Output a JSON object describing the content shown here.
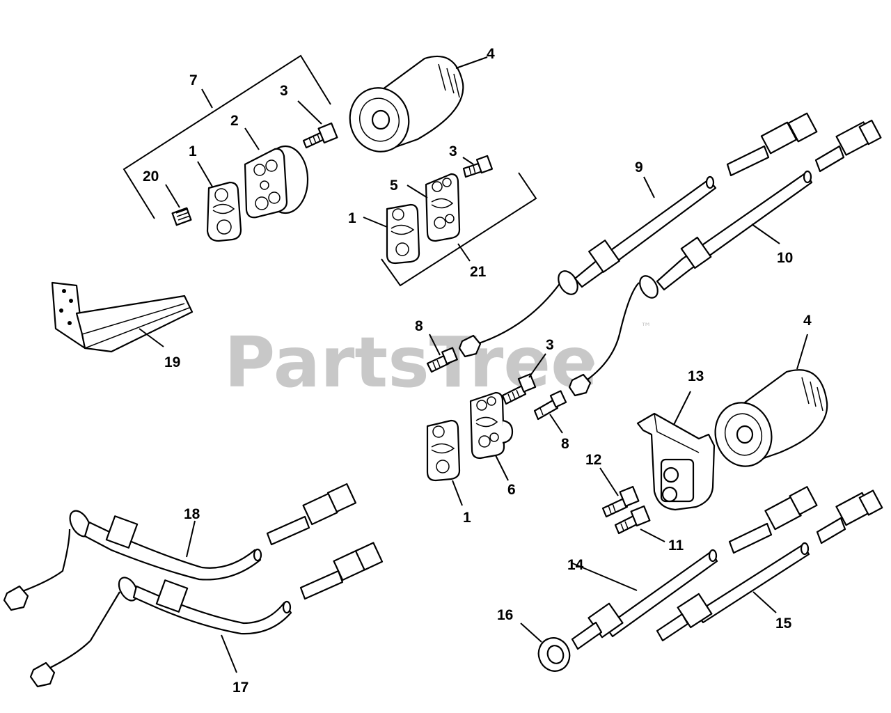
{
  "watermark": {
    "text": "PartsTree",
    "trademark": "™"
  },
  "callouts": {
    "c7": "7",
    "c3a": "3",
    "c4a": "4",
    "c2": "2",
    "c1a": "1",
    "c20": "20",
    "c3b": "3",
    "c5": "5",
    "c1b": "1",
    "c21": "21",
    "c9": "9",
    "c10": "10",
    "c19": "19",
    "c8a": "8",
    "c3c": "3",
    "c4b": "4",
    "c13": "13",
    "c8b": "8",
    "c6": "6",
    "c1c": "1",
    "c12": "12",
    "c11": "11",
    "c18": "18",
    "c14": "14",
    "c16": "16",
    "c15": "15",
    "c17": "17"
  },
  "colors": {
    "line": "#000000",
    "watermark": "#c8c8c8",
    "background": "#ffffff"
  }
}
